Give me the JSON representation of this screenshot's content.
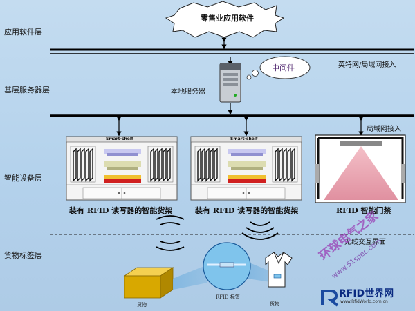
{
  "layers": {
    "app": "应用软件层",
    "server": "基层服务器层",
    "device": "智能设备层",
    "tag": "货物标签层"
  },
  "cloud_label": "零售业应用软件",
  "bubble_label": "中间件",
  "server_label": "本地服务器",
  "internet_access": "英特网/局域网接入",
  "lan_access": "局域网接入",
  "shelf_header": "Smart-shelf",
  "shelf1_label": "装有 RFID 读写器的智能货架",
  "shelf2_label": "装有 RFID 读写器的智能货架",
  "gate_label": "RFID 智能门禁",
  "wireless_label": "无线交互界面",
  "goods_box_label": "货物",
  "tag_label": "RFID 标签",
  "goods_shirt_label": "货物",
  "watermark1": "环球电气之家",
  "watermark2": "www.51spec.com",
  "logo_label": "RFID世界网",
  "logo_url": "www.RfidWorld.com.cn",
  "colors": {
    "background": "#b8d4ec",
    "bus_line": "#000000",
    "gate_beam": "#e8a0a8",
    "box": "#d8a800",
    "watermark": "#9a3fb5",
    "shelf_red": "#d02020"
  }
}
